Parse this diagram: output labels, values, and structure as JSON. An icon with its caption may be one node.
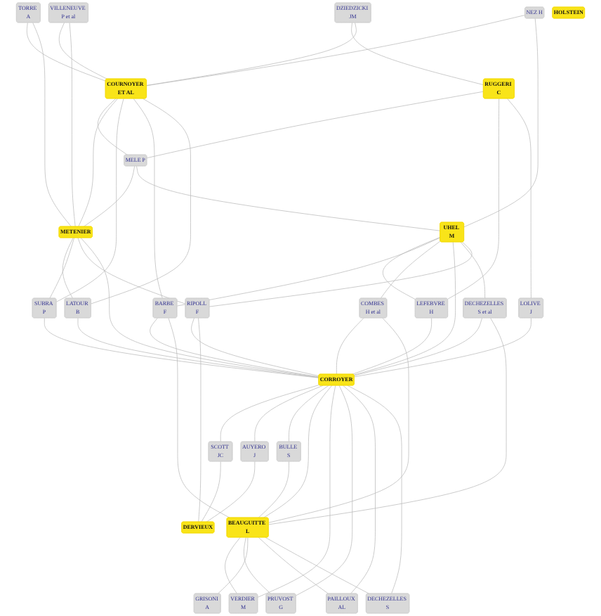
{
  "diagram": {
    "nodes": [
      {
        "text": [
          "TORRE A"
        ]
      },
      {
        "text": [
          "NEZ H"
        ]
      },
      {
        "text": [
          "VILLENEUVE P et al"
        ]
      },
      {
        "text": [
          "DZIEDZICKI JM"
        ]
      },
      {
        "text": [
          "COURNOYER ET AL"
        ]
      },
      {
        "text": [
          "RUGGERI C"
        ]
      },
      {
        "text": [
          "METENIER"
        ]
      },
      {
        "text": [
          "MELE P"
        ]
      },
      {
        "text": [
          "HOLSTEIN"
        ]
      },
      {
        "text": [
          "UHEL M"
        ]
      },
      {
        "text": [
          "LATOUR B"
        ]
      },
      {
        "text": [
          "LEFEBVRE H"
        ]
      },
      {
        "text": [
          "SUBRA P"
        ]
      },
      {
        "text": [
          "BARBE F"
        ]
      },
      {
        "text": [
          "LOLIVE J"
        ]
      },
      {
        "text": [
          "DECHEZELLES S et al"
        ]
      },
      {
        "text": [
          "RIPOLL F"
        ]
      },
      {
        "text": [
          "COMBES H et al"
        ]
      },
      {
        "text": [
          "CORROYER"
        ]
      },
      {
        "text": [
          "SCOTT JC"
        ]
      },
      {
        "text": [
          "DERVIEUX"
        ]
      },
      {
        "text": [
          "BULLE S"
        ]
      },
      {
        "text": [
          "BEAUGUITTE L"
        ]
      },
      {
        "text": [
          "VERDIER M"
        ]
      },
      {
        "text": [
          "AUYERO J"
        ]
      },
      {
        "text": [
          "PAILLOUX AL"
        ]
      },
      {
        "text": [
          "PRUVOST G"
        ]
      },
      {
        "text": [
          "DECHEZELLES S"
        ]
      },
      {
        "text": [
          "GRISONI A"
        ]
      }
    ],
    "edges": [
      {
        "from": 3,
        "to": 5,
        "arrow": "none"
      },
      {
        "from": 3,
        "to": 4,
        "arrow": "none"
      },
      {
        "from": 1,
        "to": 4,
        "arrow": "none"
      },
      {
        "from": 1,
        "to": 9,
        "arrow": "none"
      },
      {
        "from": 0,
        "to": 4,
        "arrow": "none"
      },
      {
        "from": 0,
        "to": 6,
        "arrow": "none"
      },
      {
        "from": 2,
        "to": 4,
        "arrow": "none"
      },
      {
        "from": 2,
        "to": 6,
        "arrow": "none"
      },
      {
        "from": 4,
        "to": 7,
        "arrow": "none"
      },
      {
        "from": 4,
        "to": 6,
        "arrow": "none"
      },
      {
        "from": 4,
        "to": 12,
        "arrow": "none"
      },
      {
        "from": 4,
        "to": 13,
        "arrow": "none"
      },
      {
        "from": 4,
        "to": 10,
        "arrow": "none"
      },
      {
        "from": 5,
        "to": 7,
        "arrow": "none"
      },
      {
        "from": 5,
        "to": 11,
        "arrow": "none"
      },
      {
        "from": 5,
        "to": 14,
        "arrow": "none"
      },
      {
        "from": 7,
        "to": 6,
        "arrow": "none"
      },
      {
        "from": 7,
        "to": 9,
        "arrow": "none"
      },
      {
        "from": 9,
        "to": 11,
        "arrow": "none"
      },
      {
        "from": 9,
        "to": 13,
        "arrow": "none"
      },
      {
        "from": 9,
        "to": 17,
        "arrow": "none"
      },
      {
        "from": 9,
        "to": 18,
        "arrow": "none"
      },
      {
        "from": 9,
        "to": 15,
        "arrow": "none"
      },
      {
        "from": 9,
        "to": 16,
        "arrow": "none"
      },
      {
        "from": 6,
        "to": 10,
        "arrow": "none"
      },
      {
        "from": 6,
        "to": 12,
        "arrow": "none"
      },
      {
        "from": 6,
        "to": 16,
        "arrow": "none"
      },
      {
        "from": 6,
        "to": 18,
        "arrow": "none"
      },
      {
        "from": 10,
        "to": 18,
        "arrow": "none"
      },
      {
        "from": 11,
        "to": 18,
        "arrow": "none"
      },
      {
        "from": 14,
        "to": 18,
        "arrow": "none"
      },
      {
        "from": 13,
        "to": 18,
        "arrow": "none"
      },
      {
        "from": 13,
        "to": 22,
        "arrow": "none"
      },
      {
        "from": 12,
        "to": 18,
        "arrow": "none"
      },
      {
        "from": 15,
        "to": 18,
        "arrow": "none"
      },
      {
        "from": 15,
        "to": 22,
        "arrow": "none"
      },
      {
        "from": 16,
        "to": 18,
        "arrow": "none"
      },
      {
        "from": 16,
        "to": 20,
        "arrow": "none"
      },
      {
        "from": 17,
        "to": 18,
        "arrow": "none"
      },
      {
        "from": 17,
        "to": 22,
        "arrow": "none"
      },
      {
        "from": 18,
        "to": 19,
        "arrow": "none"
      },
      {
        "from": 18,
        "to": 24,
        "arrow": "none"
      },
      {
        "from": 18,
        "to": 21,
        "arrow": "none"
      },
      {
        "from": 18,
        "to": 22,
        "arrow": "none"
      },
      {
        "from": 18,
        "to": 23,
        "arrow": "none"
      },
      {
        "from": 18,
        "to": 26,
        "arrow": "none"
      },
      {
        "from": 18,
        "to": 25,
        "arrow": "none"
      },
      {
        "from": 18,
        "to": 27,
        "arrow": "none"
      },
      {
        "from": 19,
        "to": 20,
        "arrow": "none"
      },
      {
        "from": 24,
        "to": 20,
        "arrow": "none"
      },
      {
        "from": 21,
        "to": 22,
        "arrow": "none"
      },
      {
        "from": 22,
        "to": 23,
        "arrow": "none"
      },
      {
        "from": 22,
        "to": 26,
        "arrow": "none"
      },
      {
        "from": 22,
        "to": 28,
        "arrow": "none"
      },
      {
        "from": 22,
        "to": 25,
        "arrow": "none"
      },
      {
        "from": 22,
        "to": 27,
        "arrow": "none"
      }
    ]
  }
}
